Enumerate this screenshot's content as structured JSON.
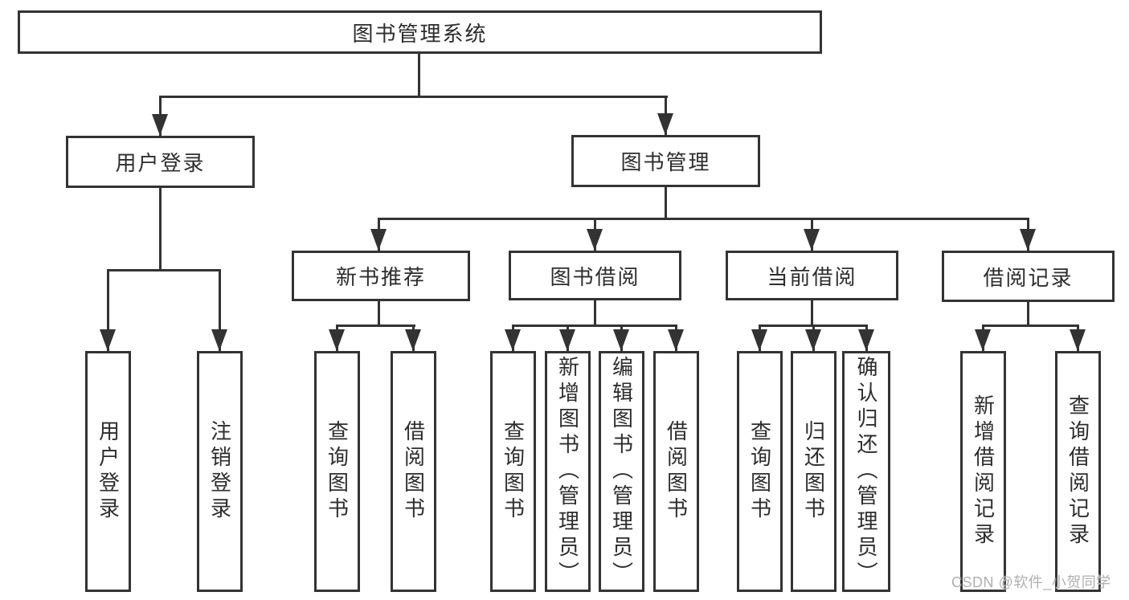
{
  "tree": {
    "label": "图书管理系统",
    "children": [
      {
        "label": "用户登录",
        "children": [
          {
            "label": "用户登录"
          },
          {
            "label": "注销登录"
          }
        ]
      },
      {
        "label": "图书管理",
        "children": [
          {
            "label": "新书推荐",
            "children": [
              {
                "label": "查询图书"
              },
              {
                "label": "借阅图书"
              }
            ]
          },
          {
            "label": "图书借阅",
            "children": [
              {
                "label": "查询图书"
              },
              {
                "label": "新增图书（管理员）"
              },
              {
                "label": "编辑图书（管理员）"
              },
              {
                "label": "借阅图书"
              }
            ]
          },
          {
            "label": "当前借阅",
            "children": [
              {
                "label": "查询图书"
              },
              {
                "label": "归还图书"
              },
              {
                "label": "确认归还（管理员）"
              }
            ]
          },
          {
            "label": "借阅记录",
            "children": [
              {
                "label": "新增借阅记录"
              },
              {
                "label": "查询借阅记录"
              }
            ]
          }
        ]
      }
    ]
  },
  "watermark": {
    "text": "CSDN @软件_小贺同学"
  },
  "colors": {
    "line": "#333333",
    "text": "#2d2d2d",
    "background": "#ffffff",
    "watermark": "#b0b0b0"
  }
}
